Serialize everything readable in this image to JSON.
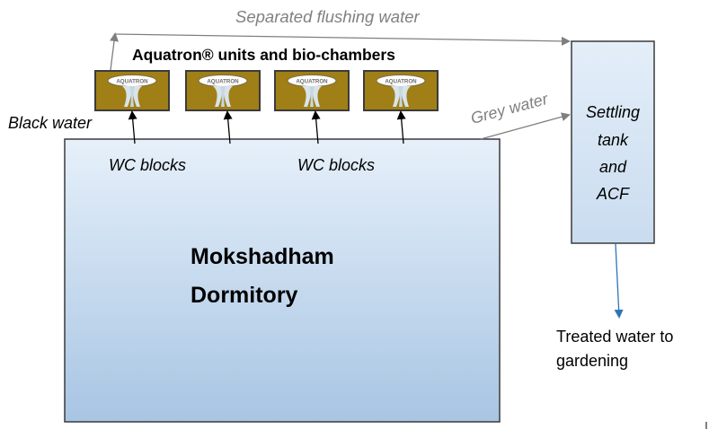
{
  "labels": {
    "flushing": "Separated flushing water",
    "units_title": "Aquatron® units and bio-chambers",
    "black_water": "Black water",
    "wc_left": "WC blocks",
    "wc_right": "WC blocks",
    "grey_water": "Grey water",
    "settling_1": "Settling",
    "settling_2": "tank",
    "settling_3": "and",
    "settling_4": "ACF",
    "dormitory_1": "Mokshadham",
    "dormitory_2": "Dormitory",
    "treated_1": "Treated water to",
    "treated_2": "gardening"
  },
  "unit_logos": [
    "AQUATRON",
    "AQUATRON",
    "AQUATRON",
    "AQUATRON"
  ],
  "colors": {
    "unit_fill": "#a07f17",
    "box_top": "#e4eef9",
    "box_bottom": "#a9c6e4",
    "arrow_gray": "#7f7f7f",
    "arrow_blue": "#2e75b6"
  }
}
